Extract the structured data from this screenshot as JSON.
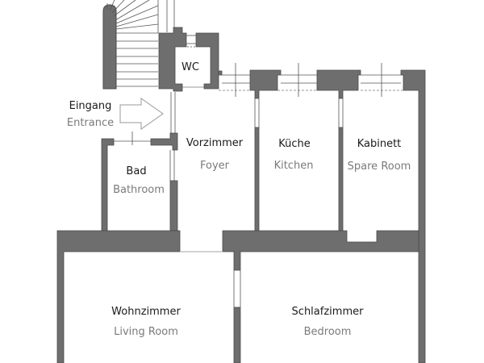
{
  "diagram": {
    "type": "floor-plan",
    "colors": {
      "wall": "#6e6e6e",
      "wall_edge": "#4a4a4a",
      "background": "#ffffff",
      "label_primary": "#1a1a1a",
      "label_secondary": "#7a7a7a",
      "arrow": "#9a9a9a"
    },
    "entrance": {
      "label_de": "Eingang",
      "label_en": "Entrance",
      "icon": "arrow-right-outline-icon"
    },
    "stairs": {
      "icon": "staircase-icon"
    },
    "rooms": [
      {
        "id": "wc",
        "label_de": "WC",
        "label_en": ""
      },
      {
        "id": "foyer",
        "label_de": "Vorzimmer",
        "label_en": "Foyer"
      },
      {
        "id": "kitchen",
        "label_de": "Küche",
        "label_en": "Kitchen"
      },
      {
        "id": "spare-room",
        "label_de": "Kabinett",
        "label_en": "Spare Room"
      },
      {
        "id": "bathroom",
        "label_de": "Bad",
        "label_en": "Bathroom"
      },
      {
        "id": "living-room",
        "label_de": "Wohnzimmer",
        "label_en": "Living Room"
      },
      {
        "id": "bedroom",
        "label_de": "Schlafzimmer",
        "label_en": "Bedroom"
      }
    ]
  }
}
